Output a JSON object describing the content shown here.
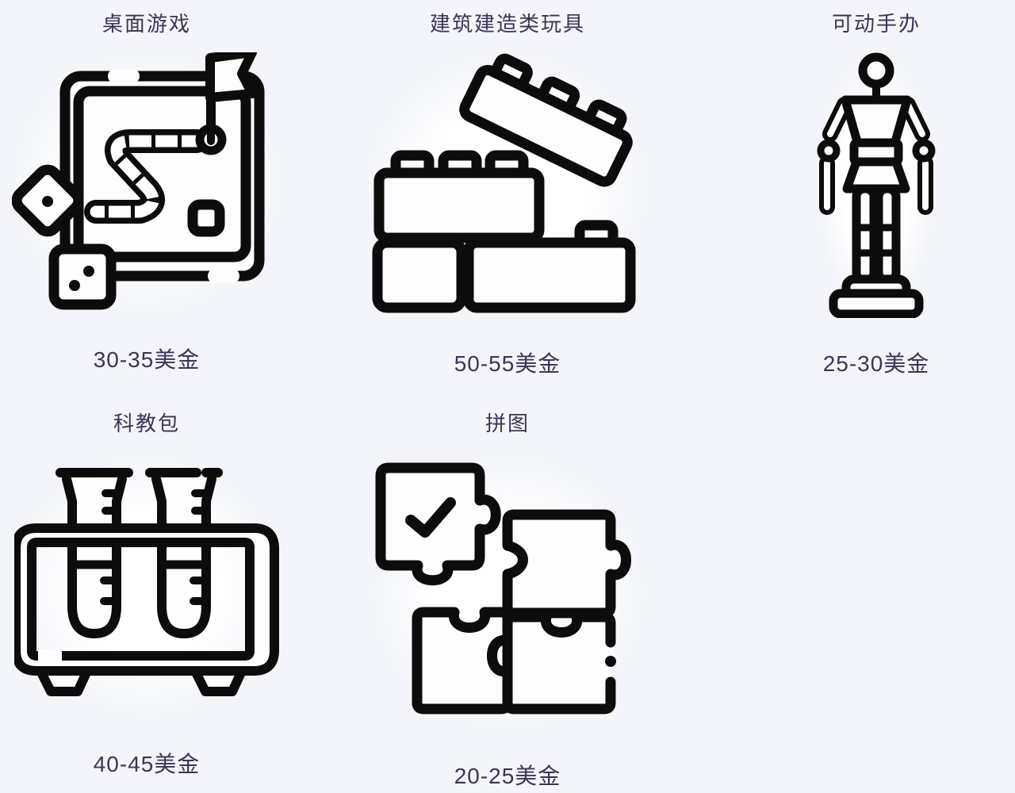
{
  "page": {
    "background_color": "#f3f5fa",
    "text_color": "#3d3456",
    "icon_stroke_color": "#0c0c0c",
    "icon_fill_color": "#fdfdff"
  },
  "categories": [
    {
      "name": "桌面游戏",
      "price": "30-35美金",
      "icon": "board-game-icon"
    },
    {
      "name": "建筑建造类玩具",
      "price": "50-55美金",
      "icon": "building-blocks-icon"
    },
    {
      "name": "可动手办",
      "price": "25-30美金",
      "icon": "action-figure-icon"
    },
    {
      "name": "科教包",
      "price": "40-45美金",
      "icon": "science-kit-icon"
    },
    {
      "name": "拼图",
      "price": "20-25美金",
      "icon": "puzzle-icon"
    }
  ]
}
